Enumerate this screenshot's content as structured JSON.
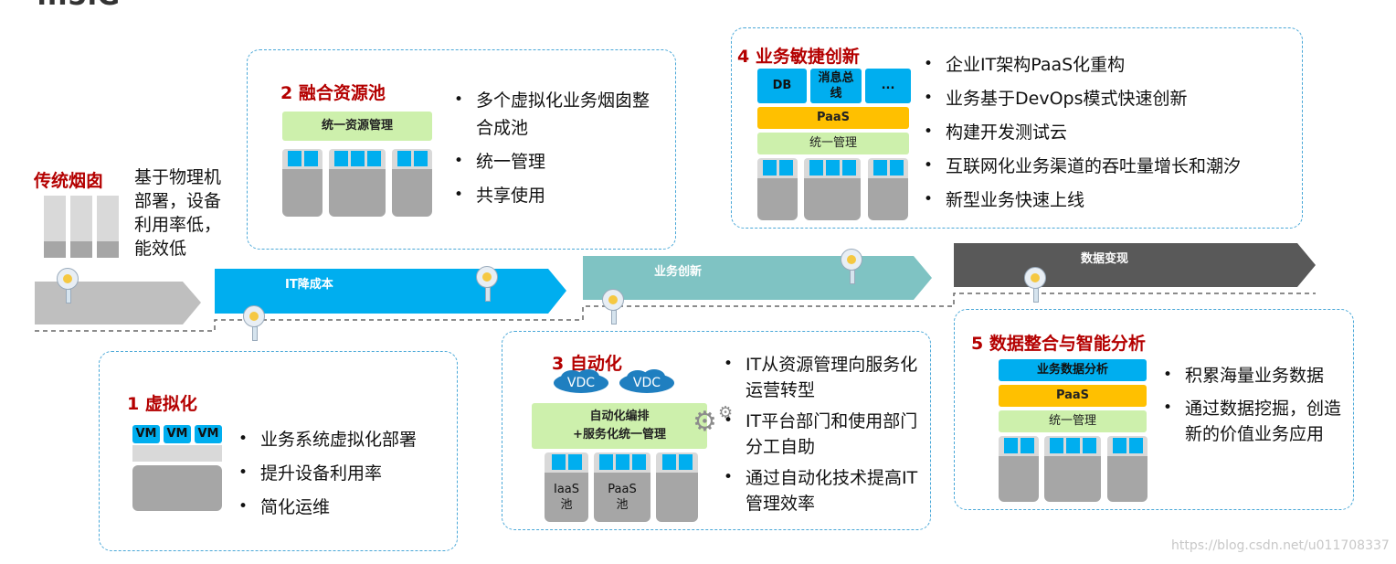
{
  "colors": {
    "arrow1": "#bfbfbf",
    "arrow2": "#00aeef",
    "arrow3": "#7fc3c3",
    "arrow4": "#595959",
    "title": "#b40000",
    "blue": "#00aeef",
    "orange": "#ffc000",
    "green": "#cdf0ac"
  },
  "header": {
    "partial": "...5.G"
  },
  "stages": {
    "s2": "IT降成本",
    "s3": "业务创新",
    "s4": "数据变现"
  },
  "traditional": {
    "title": "传统烟囱",
    "lines": [
      "基于物理机",
      "部署，设备",
      "利用率低，",
      "能效低"
    ]
  },
  "virtualization": {
    "title": "1 虚拟化",
    "vm": "VM",
    "bullets": [
      "业务系统虚拟化部署",
      "提升设备利用率",
      "简化运维"
    ]
  },
  "resource_pool": {
    "title": "2 融合资源池",
    "bar": "统一资源管理",
    "bullets": [
      "多个虚拟化业务烟囱整合成池",
      "统一管理",
      "共享使用"
    ]
  },
  "automation": {
    "title": "3 自动化",
    "vdc": "VDC",
    "orchestration": "自动化编排\n+服务化统一管理",
    "iaas": "IaaS\n池",
    "paas": "PaaS\n池",
    "bullets": [
      "IT从资源管理向服务化运营转型",
      "IT平台部门和使用部门分工自助",
      "通过自动化技术提高IT管理效率"
    ]
  },
  "agile": {
    "title": "4 业务敏捷创新",
    "db": "DB",
    "mq": "消息总\n线",
    "more": "...",
    "paas": "PaaS",
    "mgmt": "统一管理",
    "bullets": [
      "企业IT架构PaaS化重构",
      "业务基于DevOps模式快速创新",
      "构建开发测试云",
      "互联网化业务渠道的吞吐量增长和潮汐",
      "新型业务快速上线"
    ]
  },
  "data": {
    "title": "5 数据整合与智能分析",
    "analysis": "业务数据分析",
    "paas": "PaaS",
    "mgmt": "统一管理",
    "bullets": [
      "积累海量业务数据",
      "通过数据挖掘，创造新的价值业务应用"
    ]
  },
  "watermark": "https://blog.csdn.net/u011708337"
}
